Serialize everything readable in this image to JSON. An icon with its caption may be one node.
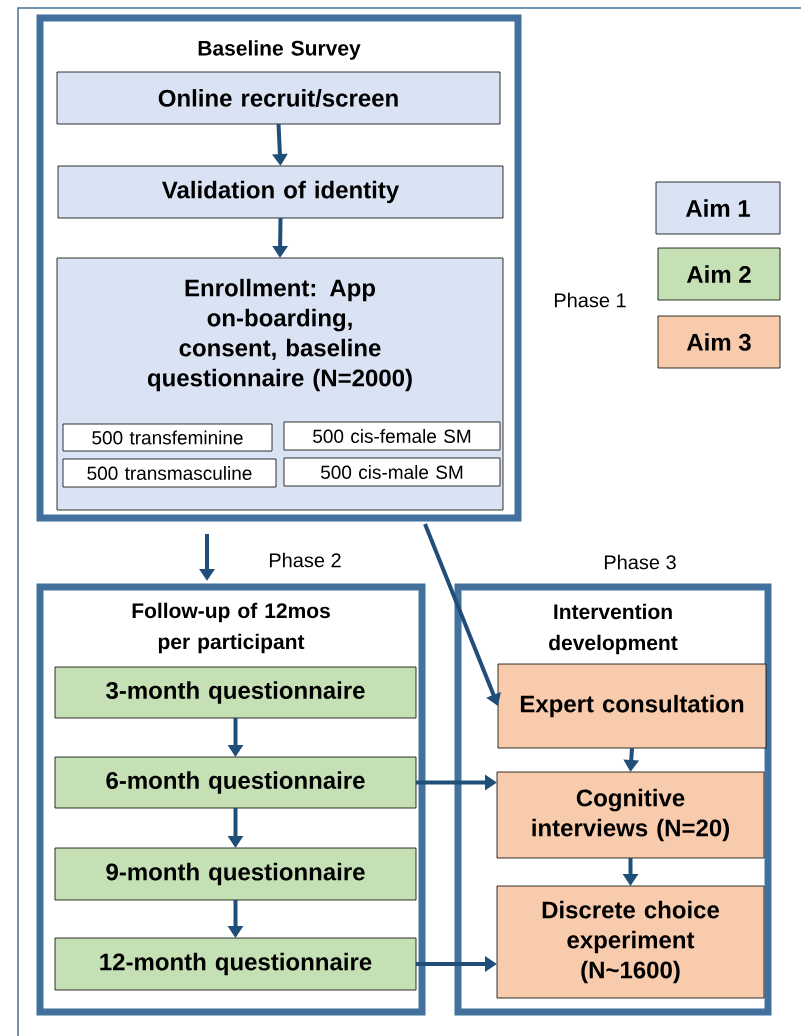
{
  "diagram": {
    "nodes": [
      {
        "text": [
          "Baseline Survey"
        ],
        "beside": [
          "Phase 1"
        ]
      },
      {
        "text": [
          "Online recruit/screen"
        ],
        "in": 0
      },
      {
        "text": [
          "Validation of identity"
        ],
        "in": 0
      },
      {
        "text": [
          "Enrollment: App on-boarding, consent, baseline questionnaire (N=2000)"
        ],
        "in": 0
      },
      {
        "text": [
          "500 transfeminine"
        ],
        "in": 3
      },
      {
        "text": [
          "500 cis-female SM"
        ],
        "in": 3
      },
      {
        "text": [
          "500 transmasculine"
        ],
        "in": 3
      },
      {
        "text": [
          "500 cis-male SM"
        ],
        "in": 3
      },
      {
        "text": [
          "Follow-up of 12mos per participant"
        ],
        "beside": [
          "Phase 2"
        ]
      },
      {
        "text": [
          "3-month questionnaire"
        ],
        "in": 8
      },
      {
        "text": [
          "6-month questionnaire"
        ],
        "in": 8
      },
      {
        "text": [
          "9-month questionnaire"
        ],
        "in": 8
      },
      {
        "text": [
          "12-month questionnaire"
        ],
        "in": 8
      },
      {
        "text": [
          "Intervention development"
        ],
        "beside": [
          "Phase 3"
        ]
      },
      {
        "text": [
          "Expert consultation"
        ],
        "in": 13
      },
      {
        "text": [
          "Cognitive interviews (N=20)"
        ],
        "in": 13
      },
      {
        "text": [
          "Discrete choice experiment (N~1600)"
        ],
        "in": 13
      }
    ],
    "edges": [
      {
        "from": 1,
        "to": 2,
        "arrow": "to"
      },
      {
        "from": 2,
        "to": 3,
        "arrow": "to"
      },
      {
        "from": 0,
        "to": 8,
        "arrow": "to"
      },
      {
        "from": 0,
        "to": 14,
        "arrow": "to"
      },
      {
        "from": 9,
        "to": 10,
        "arrow": "to"
      },
      {
        "from": 10,
        "to": 11,
        "arrow": "to"
      },
      {
        "from": 11,
        "to": 12,
        "arrow": "to"
      },
      {
        "from": 10,
        "to": 15,
        "arrow": "to"
      },
      {
        "from": 12,
        "to": 16,
        "arrow": "to"
      },
      {
        "from": 14,
        "to": 15,
        "arrow": "to"
      },
      {
        "from": 15,
        "to": 16,
        "arrow": "to"
      }
    ],
    "legend": [
      {
        "text": "Aim 1",
        "color": "#dae3f3"
      },
      {
        "text": "Aim 2",
        "color": "#c5e0b4"
      },
      {
        "text": "Aim 3",
        "color": "#f8cbad"
      }
    ]
  }
}
